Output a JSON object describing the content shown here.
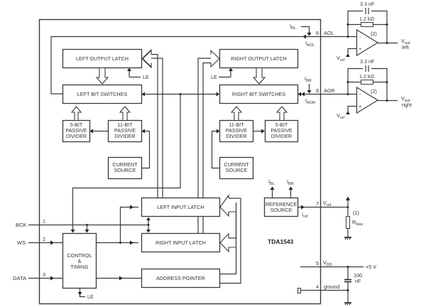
{
  "diagram": {
    "chip_name": "TDA1543",
    "blocks": {
      "left_output_latch": "LEFT OUTPUT LATCH",
      "left_bit_switches": "LEFT BIT SWITCHES",
      "right_output_latch": "RIGHT OUTPUT LATCH",
      "right_bit_switches": "RIGHT BIT SWITCHES",
      "left_5bit_divider": [
        "5-BIT",
        "PASSIVE",
        "DIVIDER"
      ],
      "left_11bit_divider": [
        "11-BIT",
        "PASSIVE",
        "DIVIDER"
      ],
      "right_11bit_divider": [
        "11-BIT",
        "PASSIVE",
        "DIVIDER"
      ],
      "right_5bit_divider": [
        "5-BIT",
        "PASSIVE",
        "DIVIDER"
      ],
      "left_current_source": [
        "CURRENT",
        "SOURCE"
      ],
      "right_current_source": [
        "CURRENT",
        "SOURCE"
      ],
      "left_input_latch": "LEFT INPUT LATCH",
      "right_input_latch": "RIGHT INPUT LATCH",
      "address_pointer": "ADDRESS POINTER",
      "control_timing": [
        "CONTROL",
        "&",
        "TIMING"
      ],
      "reference_source": [
        "REFERENCE",
        "SOURCE"
      ]
    },
    "signals": {
      "le": "LE",
      "bck": "BCK",
      "ws": "WS",
      "data": "DATA",
      "i_bl": {
        "main": "I",
        "sub": "BL"
      },
      "i_br": {
        "main": "I",
        "sub": "BR"
      },
      "i_aol": {
        "main": "I",
        "sub": "AOL"
      },
      "i_aor": {
        "main": "I",
        "sub": "AOR"
      },
      "i_ref": {
        "main": "I",
        "sub": "ref"
      },
      "v_ref": {
        "main": "V",
        "sub": "ref"
      },
      "v_dd": {
        "main": "V",
        "sub": "DD"
      },
      "r_bias": {
        "main": "R",
        "sub": "bias"
      },
      "v_out_left": {
        "main": "V",
        "sub": "out",
        "line2": "left"
      },
      "v_out_right": {
        "main": "V",
        "sub": "out",
        "line2": "right"
      }
    },
    "pins": [
      {
        "number": "1",
        "name": "BCK"
      },
      {
        "number": "2",
        "name": "WS"
      },
      {
        "number": "3",
        "name": "DATA"
      },
      {
        "number": "4",
        "name": "ground"
      },
      {
        "number": "5",
        "name": "VDD"
      },
      {
        "number": "6",
        "name": "AOL"
      },
      {
        "number": "7",
        "name": "Vref"
      },
      {
        "number": "8",
        "name": "AOR"
      }
    ],
    "pin_labels": {
      "aol": "AOL",
      "aor": "AOR",
      "ground": "ground"
    },
    "external": {
      "cap_feedback": "3.3 nF",
      "res_feedback": "1.2  kΩ",
      "opamp_note": "(2)",
      "rbias_note": "(1)",
      "supply": "+5 V",
      "decoupling_cap": [
        "100",
        "nF"
      ]
    }
  }
}
